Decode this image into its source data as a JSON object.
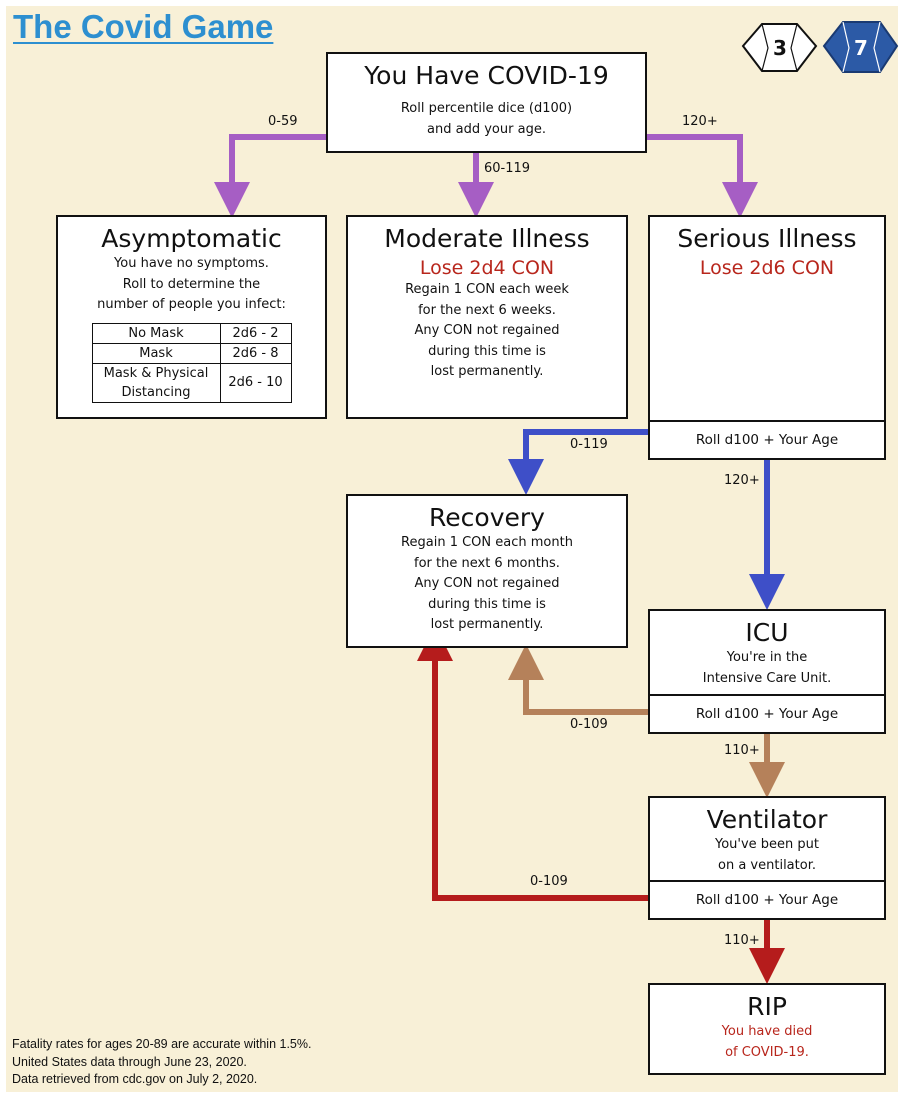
{
  "title": "The Covid Game",
  "dice": {
    "left": "3",
    "right": "7"
  },
  "start": {
    "title": "You Have COVID-19",
    "line1": "Roll percentile dice (d100)",
    "line2": "and add your age."
  },
  "branches": {
    "left": "0-59",
    "middle": "60-119",
    "right": "120+"
  },
  "asymptomatic": {
    "title": "Asymptomatic",
    "lines": [
      "You have no symptoms.",
      "Roll to determine the",
      "number of people you infect:"
    ],
    "table": [
      {
        "label": "No Mask",
        "value": "2d6 - 2"
      },
      {
        "label": "Mask",
        "value": "2d6 - 8"
      },
      {
        "label": "Mask & Physical Distancing",
        "value": "2d6 - 10"
      }
    ]
  },
  "moderate": {
    "title": "Moderate Illness",
    "lose": "Lose 2d4 CON",
    "lines": [
      "Regain 1 CON each week",
      "for the next 6 weeks.",
      "Any CON not regained",
      "during this time is",
      "lost permanently."
    ]
  },
  "serious": {
    "title": "Serious Illness",
    "lose": "Lose 2d6 CON",
    "roll": "Roll d100 + Your Age",
    "low": "0-119",
    "high": "120+"
  },
  "recovery": {
    "title": "Recovery",
    "lines": [
      "Regain 1 CON each month",
      "for the next 6 months.",
      "Any CON not regained",
      "during this time is",
      "lost permanently."
    ]
  },
  "icu": {
    "title": "ICU",
    "lines": [
      "You're in the",
      "Intensive Care Unit."
    ],
    "roll": "Roll d100 + Your Age",
    "low": "0-109",
    "high": "110+"
  },
  "ventilator": {
    "title": "Ventilator",
    "lines": [
      "You've been put",
      "on a ventilator."
    ],
    "roll": "Roll d100 + Your Age",
    "low": "0-109",
    "high": "110+"
  },
  "rip": {
    "title": "RIP",
    "lines": [
      "You have died",
      "of COVID-19."
    ]
  },
  "footer": [
    "Fatality rates for ages 20-89 are accurate within 1.5%.",
    "United States data through June 23, 2020.",
    "Data retrieved from cdc.gov on July 2, 2020."
  ],
  "colors": {
    "purple": "#a65ec4",
    "blue": "#3e4fc8",
    "brown": "#b5815a",
    "red": "#b51c1c",
    "title": "#2d8fd0",
    "background": "#f8f0d7"
  }
}
